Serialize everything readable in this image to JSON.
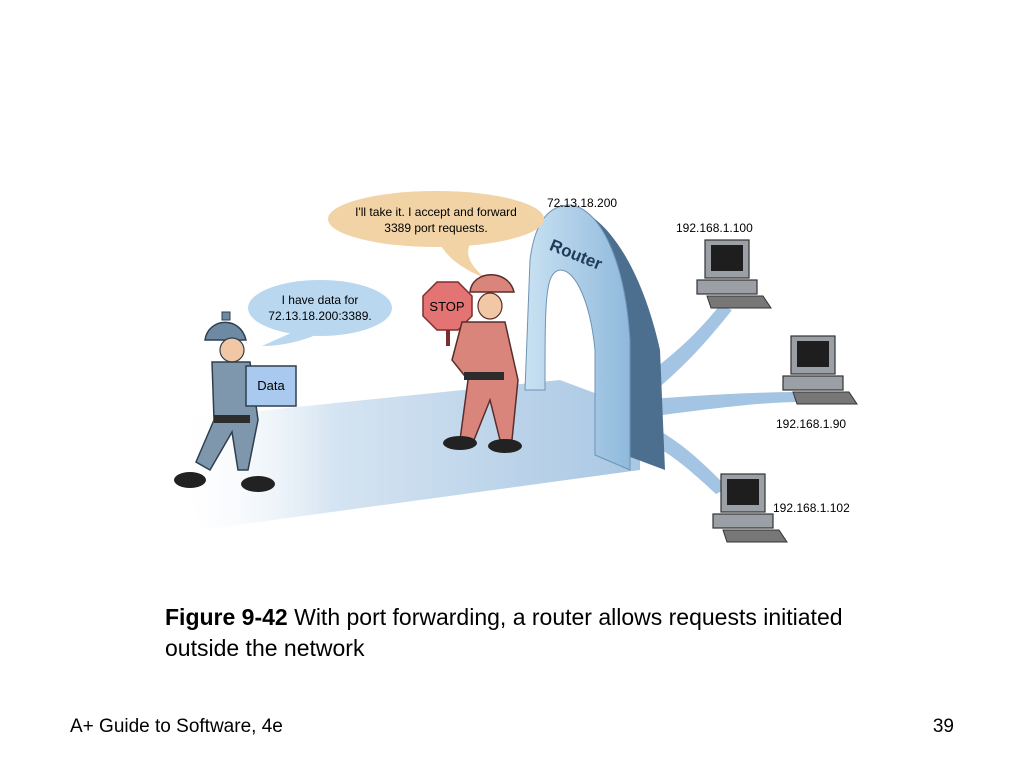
{
  "diagram": {
    "router_label": "Router",
    "router_ip": "72.13.18.200",
    "router_speech": [
      "I'll take it. I accept and forward",
      "3389 port requests."
    ],
    "sender_speech": [
      "I have data for",
      "72.13.18.200:3389."
    ],
    "data_box_label": "Data",
    "stop_sign_label": "STOP",
    "computers": [
      {
        "ip": "192.168.1.100"
      },
      {
        "ip": "192.168.1.90"
      },
      {
        "ip": "192.168.1.102"
      }
    ]
  },
  "caption": {
    "figure_number": "Figure 9-42",
    "text": " With port forwarding, a router allows requests initiated outside the network"
  },
  "footer": {
    "book_title": "A+ Guide to Software, 4e",
    "page_number": "39"
  },
  "colors": {
    "router_front": "#aacde8",
    "router_side": "#4d6f8f",
    "stream": "#b9d3ea",
    "speech_left": "#b9d8f0",
    "speech_right": "#f2d3a6",
    "sender_uniform": "#7f97ad",
    "guard_uniform": "#d9857c",
    "stop_sign": "#e47474"
  }
}
